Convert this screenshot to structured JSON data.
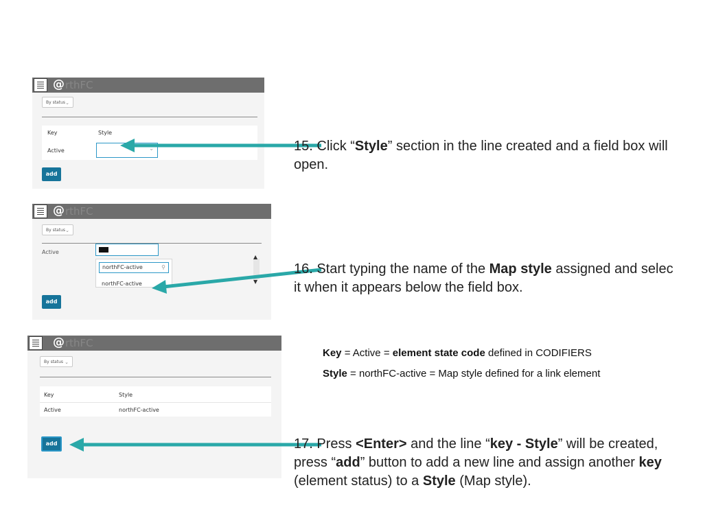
{
  "screenshots": [
    {
      "logo_at": "@",
      "logo_ghost": "rthFC",
      "filter_select": "By status",
      "table_headers": [
        "Key",
        "Style"
      ],
      "row_key": "Active",
      "add_label": "add"
    },
    {
      "logo_at": "@",
      "logo_ghost": "rthFC",
      "filter_select": "By status",
      "row_key": "Active",
      "search_value": "northFC-active",
      "option_text": "northFC-active",
      "add_label": "add"
    },
    {
      "logo_at": "@",
      "logo_ghost": "rthFC",
      "filter_select": "By status",
      "table_headers": [
        "Key",
        "Style"
      ],
      "row_key": "Active",
      "row_style": "northFC-active",
      "add_label": "add"
    }
  ],
  "steps": {
    "s15": {
      "num": "15.",
      "p1": "Click “",
      "b1": "Style",
      "p2": "” section in the line created and a field box will open."
    },
    "s16": {
      "num": "16.",
      "p1": "Start typing the name of the ",
      "b1": "Map style",
      "p2": " assigned and selec it when it appears below the field box."
    },
    "s17": {
      "num": "17.",
      "p1": "Press ",
      "b1": "<Enter>",
      "p2": " and the line “",
      "b2": "key - Style",
      "p3": "” will be created, press “",
      "b3": "add",
      "p4": "” button to add a new line and assign another ",
      "b4": "key",
      "p5": " (element status) to a ",
      "b5": "Style",
      "p6": " (Map style)."
    }
  },
  "notes": {
    "key_line": {
      "b1": "Key",
      "t1": " = Active = ",
      "b2": "element state code",
      "t2": " defined in CODIFIERS"
    },
    "style_line": {
      "b1": "Style",
      "t1": " = northFC-active = Map style defined for a link element"
    }
  },
  "colors": {
    "arrow": "#2aa8a8",
    "header": "#6e6e6e",
    "button": "#16749a",
    "focus": "#2b97c7"
  },
  "icons": [
    "list-icon",
    "search-icon",
    "chevron-down-icon",
    "arrow-left-icon"
  ]
}
